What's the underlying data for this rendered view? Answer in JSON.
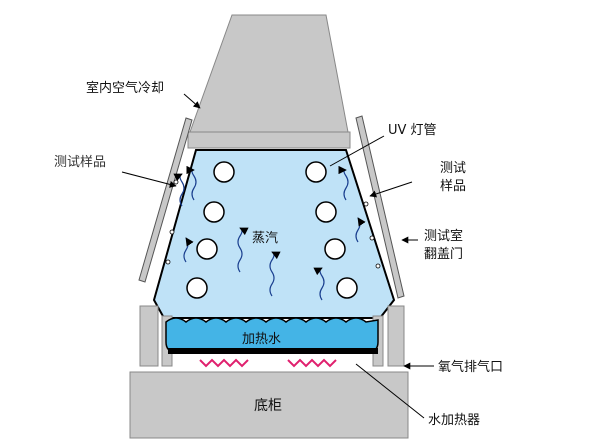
{
  "labels": {
    "indoor_cooling": "室内空气冷却",
    "test_sample_left": "测试样品",
    "uv_lamp": "UV 灯管",
    "test_sample_right_line1": "测试",
    "test_sample_right_line2": "样品",
    "lid_line1": "测试室",
    "lid_line2": "翻盖门",
    "steam": "蒸汽",
    "heated_water": "加热水",
    "oxygen_exhaust": "氧气排气口",
    "water_heater": "水加热器",
    "cabinet": "底柜"
  },
  "colors": {
    "chamber_fill": "#bfe2f7",
    "water_fill": "#44b4e6",
    "gray_panel": "#c8c8c8",
    "heater_coil": "#e0206e",
    "outline": "#000000"
  }
}
